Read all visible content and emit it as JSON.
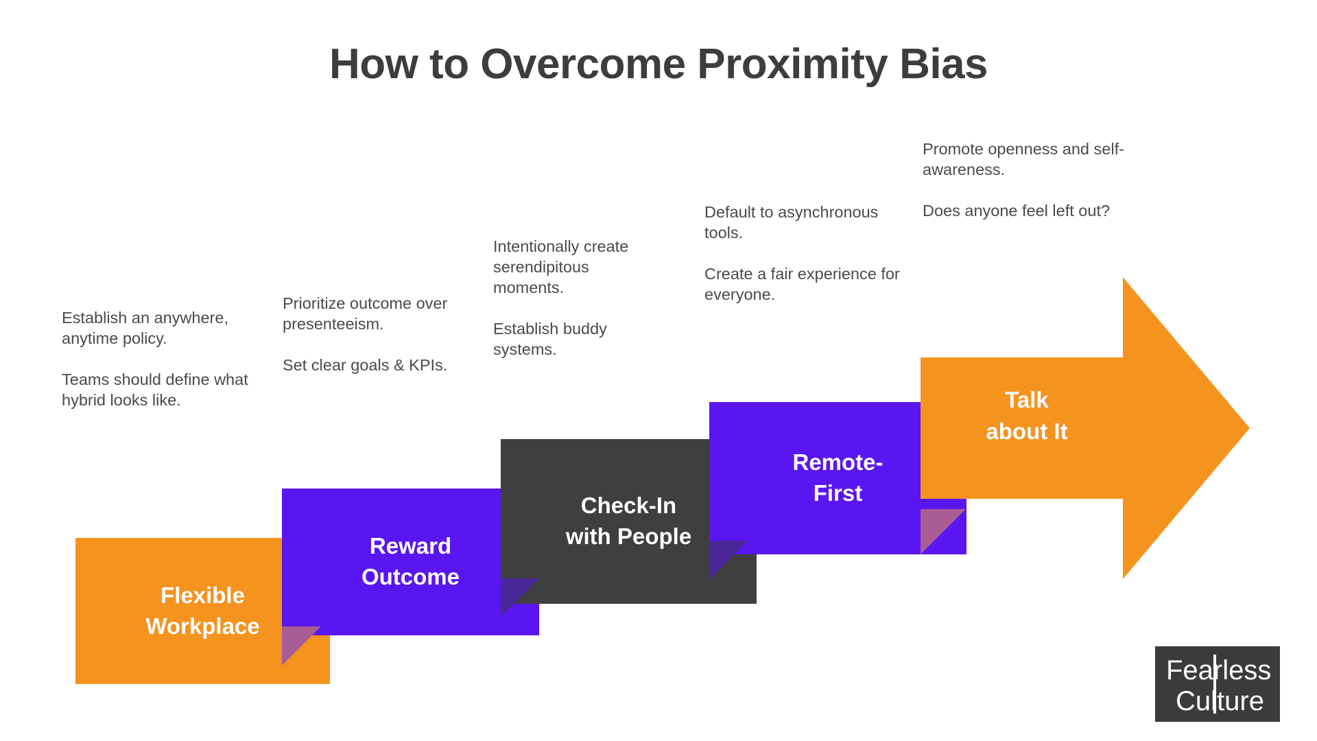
{
  "title": "How to Overcome Proximity Bias",
  "theme": {
    "orange": "#F5931F",
    "purple": "#5A16F0",
    "dark": "#3F3F3F",
    "fold_over_orange": "#A85D96",
    "fold_over_purple": "#4A2799",
    "text_body": "#4A4A4A",
    "text_title": "#3D3D3D",
    "banner_text": "#FFFFFF",
    "logo_bg": "#3B3B3B"
  },
  "steps": [
    {
      "id": "flexible-workplace",
      "label": "Flexible\nWorkplace",
      "color": "orange",
      "notes": [
        "Establish an anywhere, anytime policy.",
        "Teams should define what hybrid looks like."
      ]
    },
    {
      "id": "reward-outcome",
      "label": "Reward\nOutcome",
      "color": "purple",
      "notes": [
        "Prioritize outcome over presenteeism.",
        "Set clear goals & KPIs."
      ]
    },
    {
      "id": "check-in-with-people",
      "label": "Check-In\nwith People",
      "color": "dark",
      "notes": [
        "Intentionally create serendipitous moments.",
        "Establish buddy systems."
      ]
    },
    {
      "id": "remote-first",
      "label": "Remote-\nFirst",
      "color": "purple",
      "notes": [
        "Default to asynchronous tools.",
        "Create a fair experience for everyone."
      ]
    },
    {
      "id": "talk-about-it",
      "label": "Talk\nabout It",
      "color": "orange",
      "shape": "arrow",
      "notes": [
        "Promote openness and self-awareness.",
        "Does anyone feel left out?"
      ]
    }
  ],
  "logo": {
    "line1": "Fearless",
    "line2": "Culture"
  }
}
